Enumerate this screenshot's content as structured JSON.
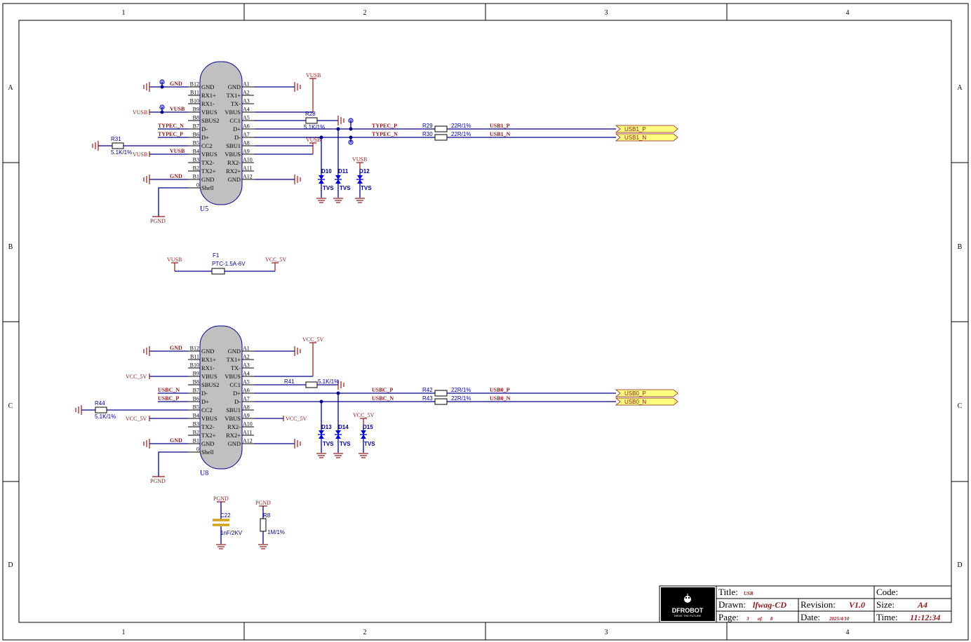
{
  "frame": {
    "cols": [
      "1",
      "2",
      "3",
      "4"
    ],
    "rows": [
      "A",
      "B",
      "C",
      "D"
    ]
  },
  "u5": {
    "ref": "U5",
    "left_pins": [
      {
        "num": "B12",
        "name": "GND"
      },
      {
        "num": "B11",
        "name": "RX1+"
      },
      {
        "num": "B10",
        "name": "RX1-"
      },
      {
        "num": "B9",
        "name": "VBUS"
      },
      {
        "num": "B8",
        "name": "SBUS2"
      },
      {
        "num": "B7",
        "name": "D-"
      },
      {
        "num": "B6",
        "name": "D+"
      },
      {
        "num": "B5",
        "name": "CC2"
      },
      {
        "num": "B4",
        "name": "VBUS"
      },
      {
        "num": "B3",
        "name": "TX2-"
      },
      {
        "num": "B2",
        "name": "TX2+"
      },
      {
        "num": "B1",
        "name": "GND"
      },
      {
        "num": "0",
        "name": "Shell"
      }
    ],
    "right_pins": [
      {
        "num": "A1",
        "name": "GND"
      },
      {
        "num": "A2",
        "name": "TX1+"
      },
      {
        "num": "A3",
        "name": "TX-"
      },
      {
        "num": "A4",
        "name": "VBUS"
      },
      {
        "num": "A5",
        "name": "CC1"
      },
      {
        "num": "A6",
        "name": "D+"
      },
      {
        "num": "A7",
        "name": "D-"
      },
      {
        "num": "A8",
        "name": "SBU1"
      },
      {
        "num": "A9",
        "name": "VBUS"
      },
      {
        "num": "A10",
        "name": "RX2-"
      },
      {
        "num": "A11",
        "name": "RX2+"
      },
      {
        "num": "A12",
        "name": "GND"
      }
    ],
    "nets": {
      "gnd": "GND",
      "vusb": "VUSB",
      "typec_n": "TYPEC_N",
      "typec_p": "TYPEC_P",
      "pgnd": "PGND"
    },
    "r31": {
      "ref": "R31",
      "value": "5.1K/1%"
    },
    "r28": {
      "ref": "R28",
      "value": "5.1K/1%"
    },
    "r29": {
      "ref": "R29",
      "value": "22R/1%"
    },
    "r30": {
      "ref": "R30",
      "value": "22R/1%"
    },
    "usb_p": "USB1_P",
    "usb_n": "USB1_N",
    "port_p": "USB1_P",
    "port_n": "USB1_N",
    "diodes": [
      {
        "ref": "D10",
        "value": "TVS"
      },
      {
        "ref": "D11",
        "value": "TVS"
      },
      {
        "ref": "D12",
        "value": "TVS"
      }
    ]
  },
  "fuse": {
    "ref": "F1",
    "value": "PTC-1.5A-6V",
    "in": "VUSB",
    "out": "VCC_5V"
  },
  "u8": {
    "ref": "U8",
    "nets": {
      "gnd": "GND",
      "vcc": "VCC_5V",
      "usbc_n": "USBC_N",
      "usbc_p": "USBC_P",
      "pgnd": "PGND"
    },
    "r44": {
      "ref": "R44",
      "value": "5.1K/1%"
    },
    "r41": {
      "ref": "R41",
      "value": "5.1K/1%"
    },
    "r42": {
      "ref": "R42",
      "value": "22R/1%"
    },
    "r43": {
      "ref": "R43",
      "value": "22R/1%"
    },
    "usb_p": "USB0_P",
    "usb_n": "USB0_N",
    "port_p": "USB0_P",
    "port_n": "USB0_N",
    "diodes": [
      {
        "ref": "D13",
        "value": "TVS"
      },
      {
        "ref": "D14",
        "value": "TVS"
      },
      {
        "ref": "D15",
        "value": "TVS"
      }
    ]
  },
  "c22": {
    "ref": "C22",
    "value": "1nF/2KV",
    "net": "PGND"
  },
  "r8": {
    "ref": "R8",
    "value": "1M/1%",
    "net": "PGND"
  },
  "title_block": {
    "title_label": "Title:",
    "title": "USB",
    "drawn_label": "Drawn:",
    "drawn": "lfwag-CD",
    "revision_label": "Revision:",
    "revision": "V1.0",
    "code_label": "Code:",
    "size_label": "Size:",
    "size": "A4",
    "page_label": "Page:",
    "page": "3",
    "page_of": "of",
    "page_total": "8",
    "date_label": "Date:",
    "date": "2025/4/10",
    "time_label": "Time:",
    "time": "11:12:34",
    "logo": "DFROBOT",
    "logo_tagline": "DRIVE THE FUTURE"
  },
  "colors": {
    "wire": "#00008b",
    "power": "#8b1a1a",
    "connector": "#c0c0c0",
    "port": "#ffff80"
  }
}
